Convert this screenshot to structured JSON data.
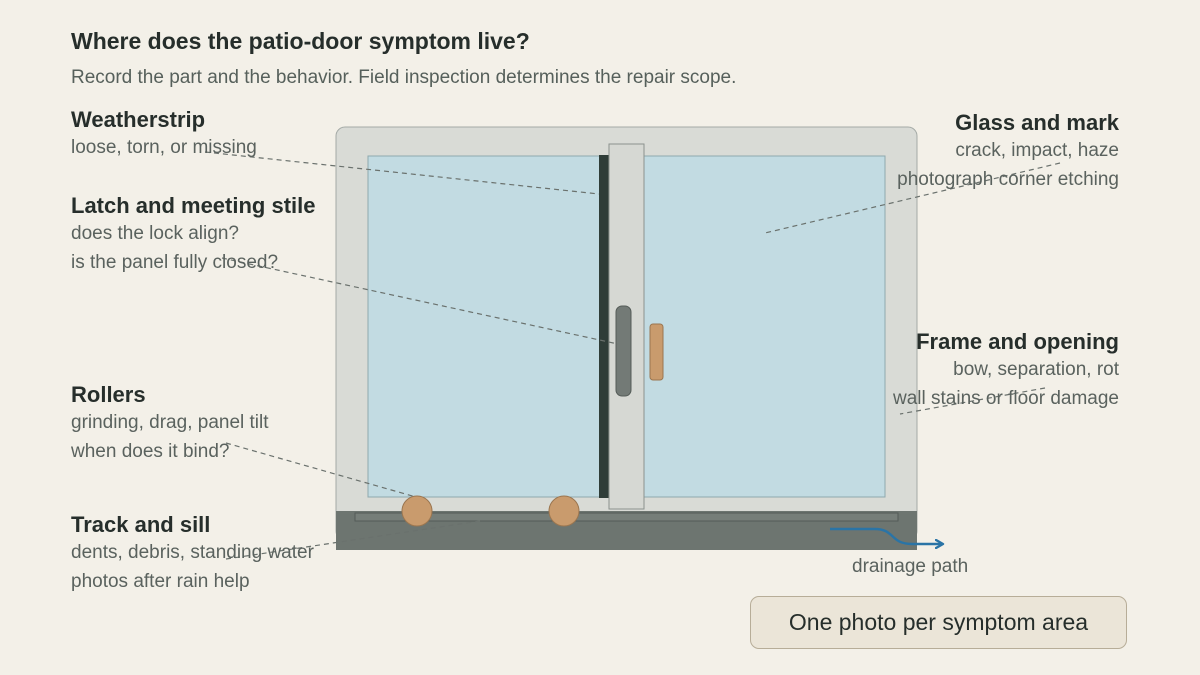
{
  "header": {
    "title": "Where does the patio-door symptom live?",
    "subtitle": "Record the part and the behavior. Field inspection determines the repair scope."
  },
  "callouts": {
    "weatherstrip": {
      "title": "Weatherstrip",
      "lines": [
        "loose, torn, or missing"
      ]
    },
    "latch": {
      "title": "Latch and meeting stile",
      "lines": [
        "does the lock align?",
        "is the panel fully closed?"
      ]
    },
    "rollers": {
      "title": "Rollers",
      "lines": [
        "grinding, drag, panel tilt",
        "when does it bind?"
      ]
    },
    "track": {
      "title": "Track and sill",
      "lines": [
        "dents, debris, standing water",
        "photos after rain help"
      ]
    },
    "glass": {
      "title": "Glass and mark",
      "lines": [
        "crack, impact, haze",
        "photograph corner etching"
      ]
    },
    "frame": {
      "title": "Frame and opening",
      "lines": [
        "bow, separation, rot",
        "wall stains or floor damage"
      ]
    }
  },
  "drainage": {
    "label": "drainage path"
  },
  "note": {
    "text": "One photo per symptom area"
  },
  "colors": {
    "background": "#f3f0e8",
    "frame": "#d9dbd6",
    "glass": "#c2dbe2",
    "sill": "#6d7570",
    "meeting_stile": "#2f3d38",
    "roller": "#c99b6d",
    "handle": "#c99b6d",
    "drain_arrow": "#2a74a6",
    "leader_line": "#6a716d"
  }
}
